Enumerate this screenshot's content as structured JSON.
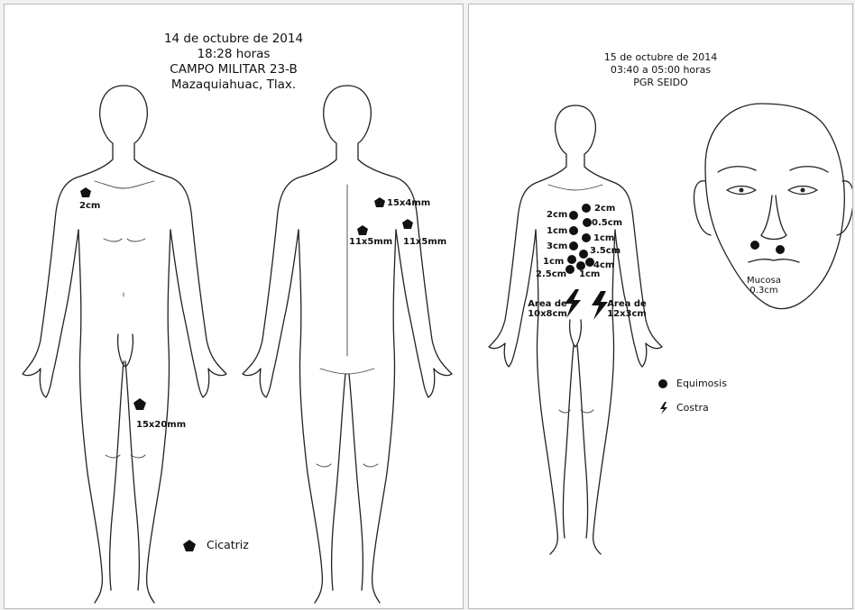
{
  "left_panel": {
    "header": [
      "14 de octubre de 2014",
      "18:28 horas",
      "CAMPO MILITAR 23-B",
      "Mazaquiahuac, Tlax."
    ],
    "marks": {
      "chest": "2cm",
      "thigh": "15x20mm",
      "back_upper": "15x4mm",
      "back_mid_left": "11x5mm",
      "back_mid_right": "11x5mm"
    },
    "legend": {
      "label": "Cicatriz",
      "icon": "pentagon-icon"
    }
  },
  "right_panel": {
    "header": [
      "15 de octubre de 2014",
      "03:40 a 05:00 horas",
      "PGR SEIDO"
    ],
    "torso_marks_left": [
      "2cm",
      "1cm",
      "3cm",
      "1cm",
      "2.5cm"
    ],
    "torso_marks_right": [
      "2cm",
      "0.5cm",
      "1cm",
      "3.5cm",
      "4cm",
      "1cm"
    ],
    "abdomen_areas": [
      {
        "line1": "Area de",
        "line2": "10x8cm"
      },
      {
        "line1": "Area de",
        "line2": "12x3cm"
      }
    ],
    "face_mark": {
      "line1": "Mucosa",
      "line2": "0.3cm"
    },
    "legend": [
      {
        "label": "Equimosis",
        "icon": "dot-icon"
      },
      {
        "label": "Costra",
        "icon": "lightning-icon"
      }
    ]
  },
  "colors": {
    "ink": "#111111",
    "panel": "#ffffff",
    "border": "#b9b9b9"
  }
}
